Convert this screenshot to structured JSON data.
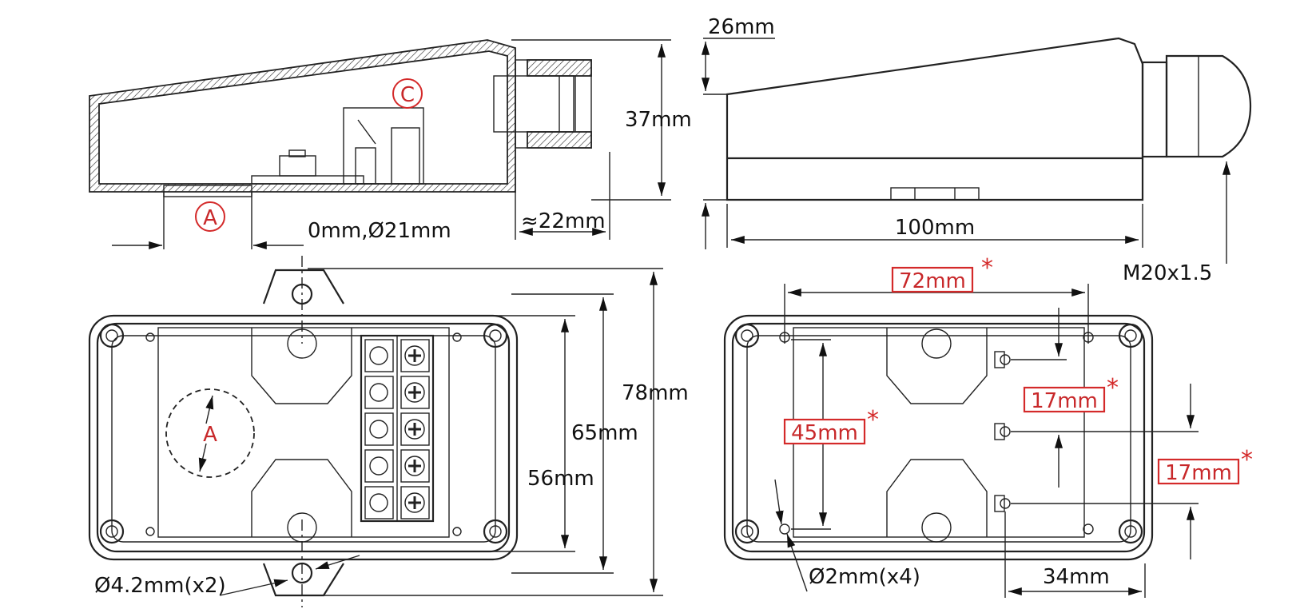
{
  "labels": {
    "callout_a": "A",
    "callout_c": "C",
    "asterisk": "*"
  },
  "dims": {
    "height": "37mm",
    "lid_height": "26mm",
    "length": "100mm",
    "thread": "M20x1.5",
    "hole_diameter": "0mm,Ø21mm",
    "gland_length": "≈22mm",
    "tab_length": "78mm",
    "hole_spacing": "65mm",
    "width": "56mm",
    "mount_hole": "Ø4.2mm(x2)",
    "pcb_hole_spacing_x": "72mm",
    "pcb_hole_spacing_y": "45mm",
    "pin_spacing": "17mm",
    "pin_offset": "34mm",
    "pcb_hole": "Ø2mm(x4)"
  }
}
